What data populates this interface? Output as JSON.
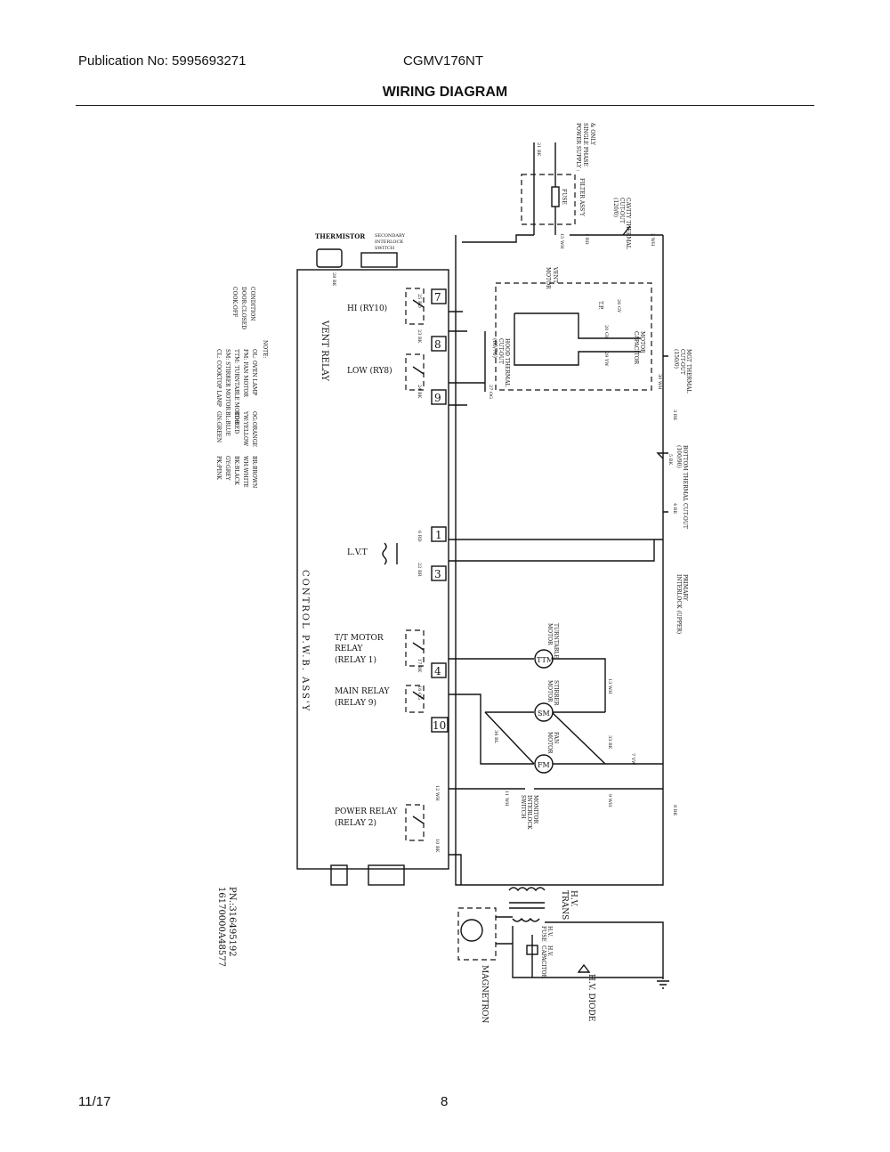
{
  "header": {
    "publication": "Publication No: 5995693271",
    "model": "CGMV176NT",
    "title": "WIRING DIAGRAM"
  },
  "footer": {
    "date": "11/17",
    "page": "8"
  },
  "diagram": {
    "thermistor": "THERMISTOR",
    "secondary_interlock": [
      "SECONDARY",
      "INTERLOCK",
      "SWITCH"
    ],
    "hi_relay": "HI (RY10)",
    "low_relay": "LOW (RY8)",
    "vent_relay": "VENT RELAY",
    "lvt": "L.V.T",
    "tt_motor_relay": [
      "T/T MOTOR",
      "RELAY",
      "(RELAY 1)"
    ],
    "main_relay": [
      "MAIN RELAY",
      "(RELAY 9)"
    ],
    "power_relay": [
      "POWER RELAY",
      "(RELAY 2)"
    ],
    "control_pwb": "CONTROL P.W.B. ASS'Y",
    "connectors": [
      "7",
      "8",
      "9",
      "1",
      "3",
      "4",
      "10"
    ],
    "power_supply": [
      "POWER SUPPLY :",
      "SINGLE PHASE",
      "& ONLY"
    ],
    "filter_assy": "FILTER ASS'Y",
    "fuse": "FUSE",
    "cavity_thermal": [
      "CAVITY THERMAL",
      "CUT-OUT",
      "(120/0)"
    ],
    "vent_motor": [
      "VENT",
      "MOTOR"
    ],
    "motor_capacitor": [
      "MOTOR",
      "CAPACITOR"
    ],
    "tp": "T.P.",
    "hood_thermal": [
      "HOOD THERMAL",
      "CUT-OUT",
      "(60/70)"
    ],
    "mgt_thermal": [
      "MGT THERMAL",
      "CUT-OUT",
      "(150/0)"
    ],
    "bottom_thermal": [
      "BOTTOM THERMAL CUT-OUT",
      "(100/90)"
    ],
    "primary_interlock": [
      "PRIMARY",
      "INTERLOCK (UPPER)"
    ],
    "turntable_motor": [
      "TURNTABLE",
      "MOTOR"
    ],
    "stirrer_motor": [
      "STIRRER",
      "MOTOR"
    ],
    "fan_motor": [
      "FAN",
      "MOTOR"
    ],
    "monitor_switch": [
      "MONITOR",
      "INTERLOCK",
      "SWITCH"
    ],
    "hv_trans": [
      "H.V.",
      "TRANS"
    ],
    "hv_fuse_capacitor": [
      "H.V.",
      "FUSE",
      "H.V.",
      "CAPACITOR"
    ],
    "magnetron": "MAGNETRON",
    "hv_diode": "H.V. DIODE",
    "motor_symbols": [
      "TTM",
      "SM",
      "FM"
    ],
    "wire_labels": [
      "1 RD",
      "2 WH",
      "3 BK",
      "4 BK",
      "5 BK",
      "6 RD",
      "7 YW",
      "8 BK",
      "9 WH",
      "10 BK",
      "11 WH",
      "12 WH",
      "13 WH",
      "15 WH",
      "16 OG",
      "17 BK",
      "20 GY",
      "21 BK",
      "22 BR",
      "23 BK",
      "24 BK",
      "25 RD",
      "26 GY",
      "27 OG",
      "28 BK",
      "29 YW",
      "30 WH",
      "33 BK",
      "34 BL"
    ],
    "condition": [
      "CONDITION",
      "DOOR:CLOSED",
      "COOK:OFF"
    ],
    "note_title": "NOTE:",
    "legend_symbols": [
      "OL: OVEN LAMP",
      "FM: FAN MOTOR",
      "TTM: TURNTABLE MOTOR",
      "SM: STIRRER MOTOR",
      "CL: COOKTOP LAMP"
    ],
    "legend_colors": [
      "OG:ORANGE",
      "YW:YELLOW",
      "RD:RED",
      "BL:BLUE",
      "GN:GREEN",
      "BR:BROWN",
      "WH:WHITE",
      "BK:BLACK",
      "GY:GREY",
      "PK:PINK"
    ],
    "part_number": [
      "PN.:316495192",
      "16170000A48577"
    ]
  }
}
